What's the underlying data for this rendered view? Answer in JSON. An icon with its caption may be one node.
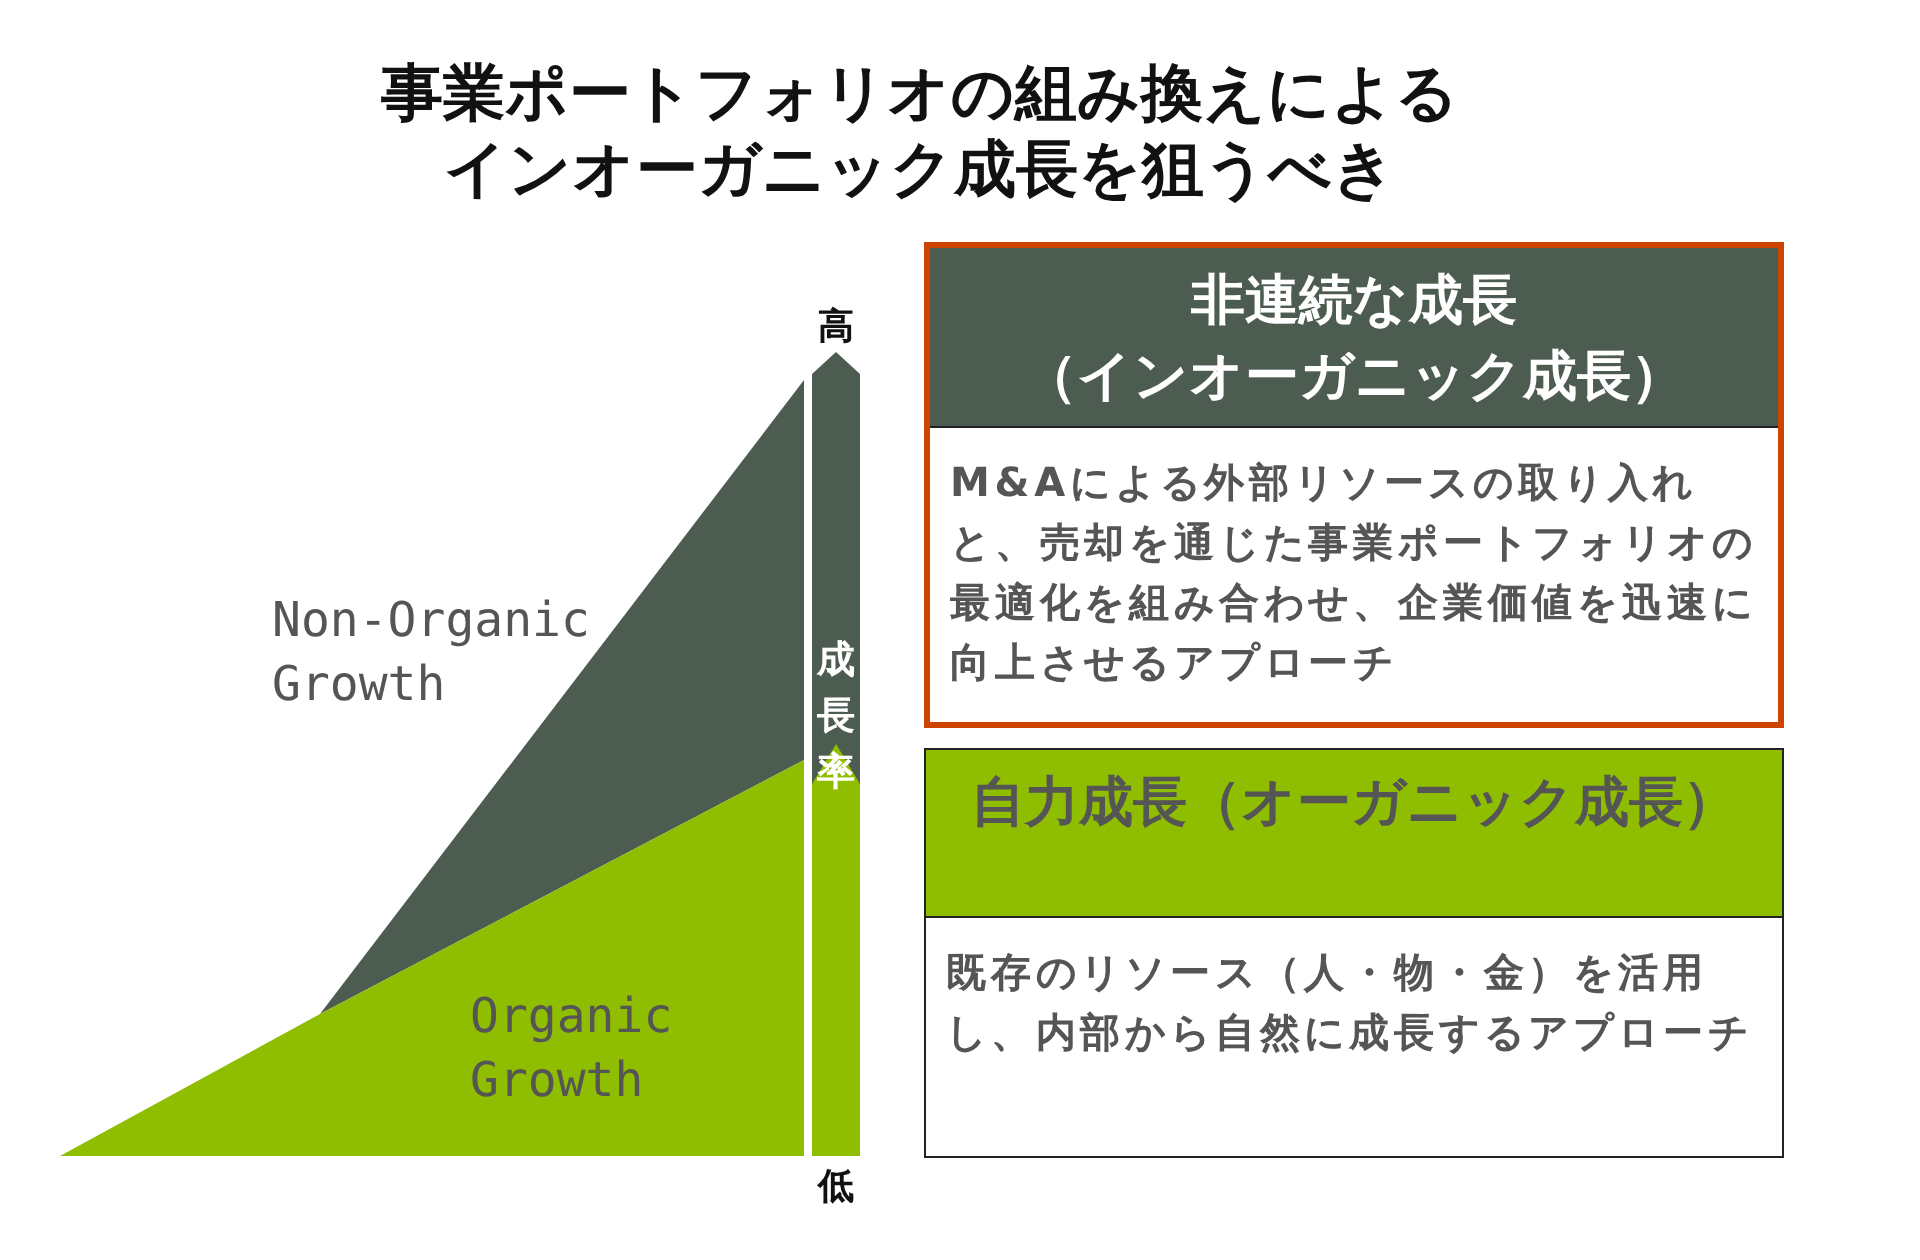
{
  "diagram": {
    "title": "事業ポートフォリオの組み換えによるインオーガニック成長を狙うべき",
    "nodes": [
      {
        "text": [
          "非連続な成長（インオーガニック成長）",
          "M&Aによる外部リソースの取り入れと、売却を通じた事業ポートフォリオの最適化を組み合わせ、企業価値を迅速に向上させるアプローチ"
        ]
      },
      {
        "text": [
          "自力成長（オーガニック成長）",
          "既存のリソース（人・物・金）を活用し、内部から自然に成長するアプローチ"
        ]
      }
    ],
    "labels": [
      "Non-Organic Growth",
      "Organic Growth",
      "高",
      "成長率",
      "低"
    ]
  }
}
